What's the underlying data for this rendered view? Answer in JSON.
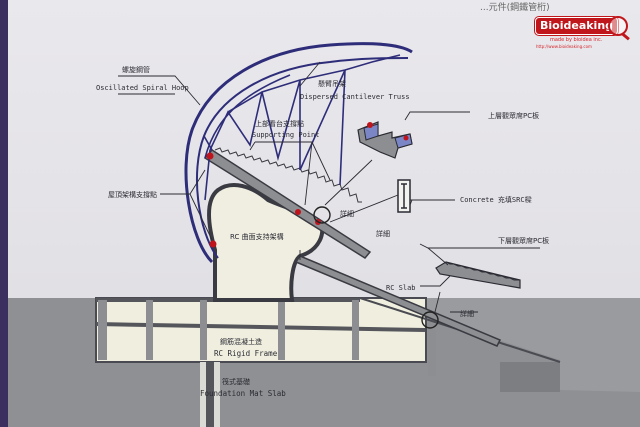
{
  "logo": {
    "text": "Bioideaking",
    "sub": "made by bioidea inc.",
    "url": "http://www.bioideaking.com"
  },
  "header_fragment": "...元件(鋼鐵管桁)",
  "labels": {
    "hoop_cn": "螺旋鋼管",
    "hoop_en": "Oscillated Spiral Hoop",
    "truss_cn": "懸臂吊架",
    "truss_en": "Dispersed Cantilever Truss",
    "upper_seat": "上層觀眾席PC板",
    "support_cn": "上部看台支撐點",
    "support_en": "Supporting Point",
    "roof_support": "屋頂架構支撐點",
    "detail_1": "詳細",
    "detail_2": "詳細",
    "detail_3": "詳細",
    "concrete": "Concrete 充填SRC樑",
    "rc_curve": "RC 曲面支持架構",
    "lower_seat": "下層觀眾席PC板",
    "rc_slab": "RC Slab",
    "frame_cn": "鋼筋混凝土造",
    "frame_en": "RC Rigid Frame",
    "foundation_cn": "筏式基礎",
    "foundation_en": "Foundation Mat Slab"
  },
  "colors": {
    "steel": "#2e2d7a",
    "node": "#c0141c",
    "concrete": "#efedd8",
    "ground": "#8d8e91",
    "blue_fill": "#7b86c6"
  }
}
